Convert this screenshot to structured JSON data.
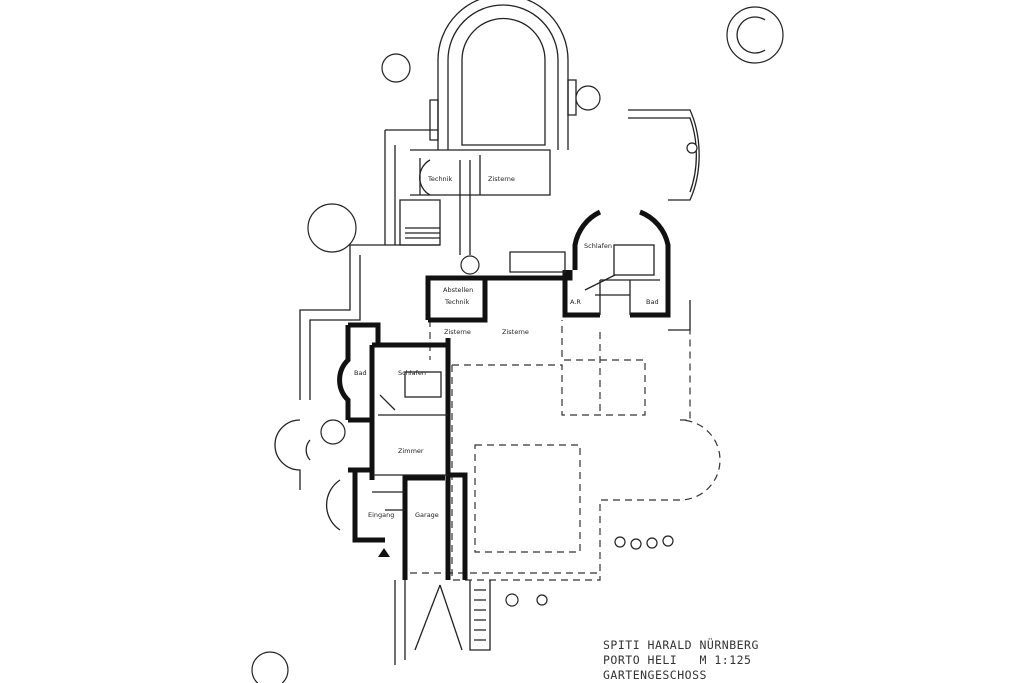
{
  "plan": {
    "rooms": {
      "technik_top": "Technik",
      "zisterne_top": "Zisterne",
      "schlafen_east": "Schlafen",
      "ar": "A.R",
      "bad_east": "Bad",
      "abstellen": "Abstellen",
      "technik": "Technik",
      "zisterne_small": "Zisterne",
      "zisterne_large": "Zisterne",
      "bad_west": "Bad",
      "schlafen_west": "Schlafen",
      "zimmer": "Zimmer",
      "eingang": "Eingang",
      "garage": "Garage"
    },
    "title_block": {
      "line1": "SPITI HARALD NÜRNBERG",
      "line2": "PORTO HELI   M 1:125",
      "line3": "GARTENGESCHOSS"
    }
  }
}
